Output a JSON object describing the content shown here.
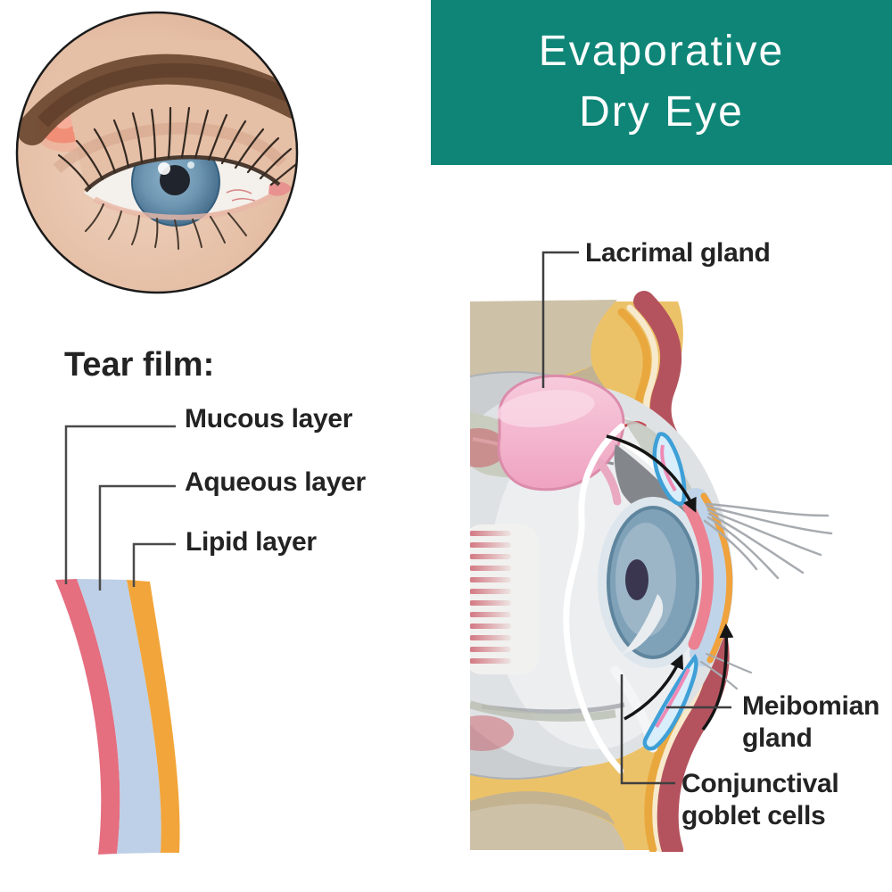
{
  "banner": {
    "line1": "Evaporative",
    "line2": "Dry Eye",
    "bg_color": "#0E8577",
    "text_color": "#FAFDFC"
  },
  "tear_film": {
    "title": "Tear film:",
    "layers": [
      {
        "label": "Mucous layer",
        "color": "#E56E7F"
      },
      {
        "label": "Aqueous layer",
        "color": "#BDD0E7"
      },
      {
        "label": "Lipid layer",
        "color": "#F2A53A"
      }
    ]
  },
  "anatomy": {
    "labels": {
      "lacrimal": "Lacrimal gland",
      "meibomian": "Meibomian gland",
      "conjunctival": "Conjunctival goblet cells"
    },
    "colors": {
      "orbital_fat": "#ECC269",
      "bone": "#CDC1A8",
      "skin": "#B4535E",
      "lacrimal_gland": "#F3BBD0",
      "meibomian_gland": "#3FA0D8",
      "iris": "#6C90A9",
      "leader_line": "#3F3F3F"
    }
  }
}
